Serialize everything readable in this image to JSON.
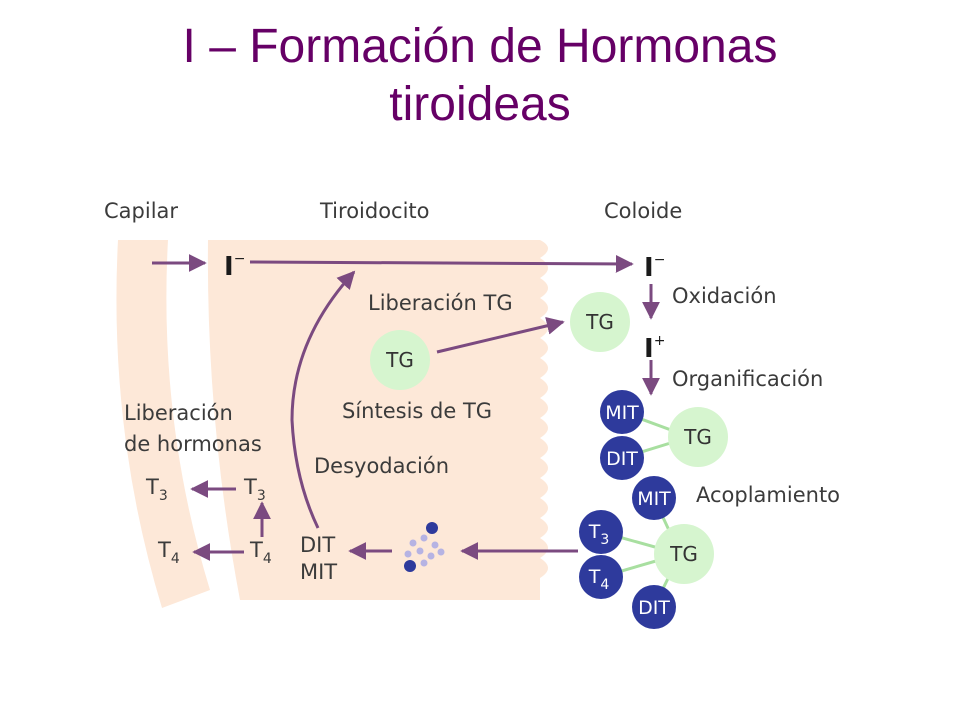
{
  "title": {
    "line1": "I – Formación de Hormonas",
    "line2": "tiroideas"
  },
  "regions": {
    "capilar": "Capilar",
    "tiroidocito": "Tiroidocito",
    "coloide": "Coloide"
  },
  "steps": {
    "oxidacion": "Oxidación",
    "organificacion": "Organificación",
    "acoplamiento": "Acoplamiento",
    "liberacion_tg": "Liberación TG",
    "sintesis_tg": "Síntesis de TG",
    "liberacion_hormonas_1": "Liberación",
    "liberacion_hormonas_2": "de hormonas",
    "desyodacion": "Desyodación"
  },
  "symbols": {
    "iodide": "I",
    "minus": "−",
    "plus": "+",
    "tg": "TG",
    "mit": "MIT",
    "dit": "DIT",
    "t": "T",
    "sub3": "3",
    "sub4": "4"
  },
  "colors": {
    "title": "#660066",
    "arrow": "#7b4a80",
    "cell": "#fde8d8",
    "tg_circle": "#d6f5cf",
    "iodo_circle": "#2e3a9c"
  }
}
